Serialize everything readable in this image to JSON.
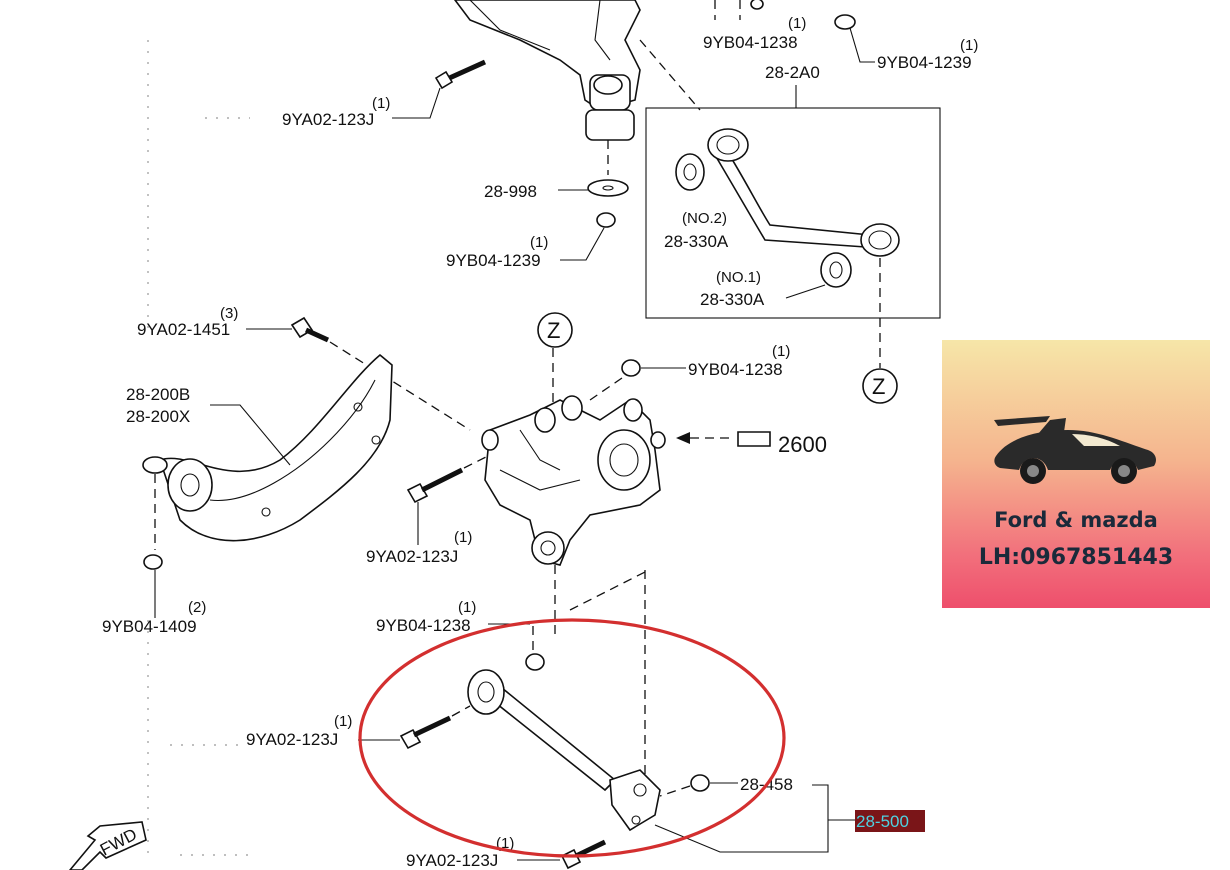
{
  "labels": {
    "p1": "9YA02-123J",
    "p1q": "(1)",
    "p2": "9YB04-1238",
    "p2q": "(1)",
    "p3": "9YB04-1239",
    "p3q": "(1)",
    "p4": "28-2A0",
    "p5": "28-998",
    "p6": "9YB04-1239",
    "p6q": "(1)",
    "p7a": "(NO.2)",
    "p7b": "28-330A",
    "p8a": "(NO.1)",
    "p8b": "28-330A",
    "p9": "9YA02-1451",
    "p9q": "(3)",
    "z": "Z",
    "p10": "9YB04-1238",
    "p10q": "(1)",
    "p11a": "28-200B",
    "p11b": "28-200X",
    "p12": "2600",
    "p13": "9YA02-123J",
    "p13q": "(1)",
    "p14": "9YB04-1409",
    "p14q": "(2)",
    "p15": "9YB04-1238",
    "p15q": "(1)",
    "p16": "9YA02-123J",
    "p16q": "(1)",
    "p17": "28-458",
    "p18": "28-500",
    "p19": "9YA02-123J",
    "p19q": "(1)",
    "fwd": "FWD"
  },
  "ad": {
    "title": "Ford & mazda",
    "phone": "LH:0967851443"
  },
  "colors": {
    "highlight_ellipse": "#d32f2f",
    "highlight_box": "#7a1518",
    "highlight_text": "#4fd1e0"
  }
}
